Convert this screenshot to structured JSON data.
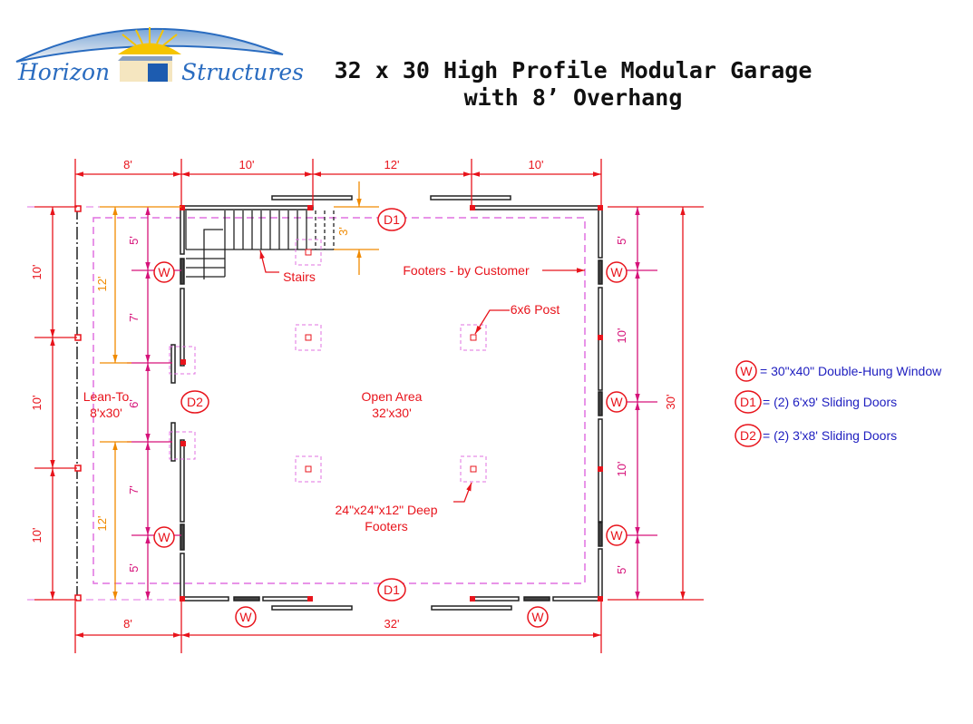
{
  "logo": {
    "word1": "Horizon",
    "word2": "Structures"
  },
  "title": {
    "line1": "32 x 30 High Profile Modular Garage",
    "line2": "with 8’ Overhang"
  },
  "dimensions": {
    "top": [
      "8'",
      "10'",
      "12'",
      "10'"
    ],
    "bottom": [
      "8'",
      "32'"
    ],
    "left_outer": [
      "10'",
      "10'",
      "10'"
    ],
    "left_inner": [
      "5'",
      "7'",
      "6'",
      "7'",
      "5'"
    ],
    "left_orange": [
      "12'",
      "12'"
    ],
    "stair_depth": "3'",
    "right_inner": [
      "5'",
      "10'",
      "10'",
      "5'"
    ],
    "right_total": "30'"
  },
  "tags": {
    "window": "W",
    "door1": "D1",
    "door2": "D2"
  },
  "labels": {
    "stairs": "Stairs",
    "footers_by_customer": "Footers - by Customer",
    "post": "6x6 Post",
    "open_area": "Open Area",
    "open_area_size": "32'x30'",
    "lean_to": "Lean-To",
    "lean_to_size": "8'x30'",
    "footers_line1": "24\"x24\"x12\" Deep",
    "footers_line2": "Footers"
  },
  "legend": [
    {
      "tag": "W",
      "text": "= 30\"x40\" Double-Hung Window"
    },
    {
      "tag": "D1",
      "text": "= (2) 6'x9' Sliding Doors"
    },
    {
      "tag": "D2",
      "text": "= (2) 3'x8' Sliding Doors"
    }
  ],
  "colors": {
    "red": "#e8141c",
    "magenta": "#d6137a",
    "orange": "#f08a00",
    "legend_blue": "#2020c0",
    "footer_dash": "#e070e0"
  }
}
